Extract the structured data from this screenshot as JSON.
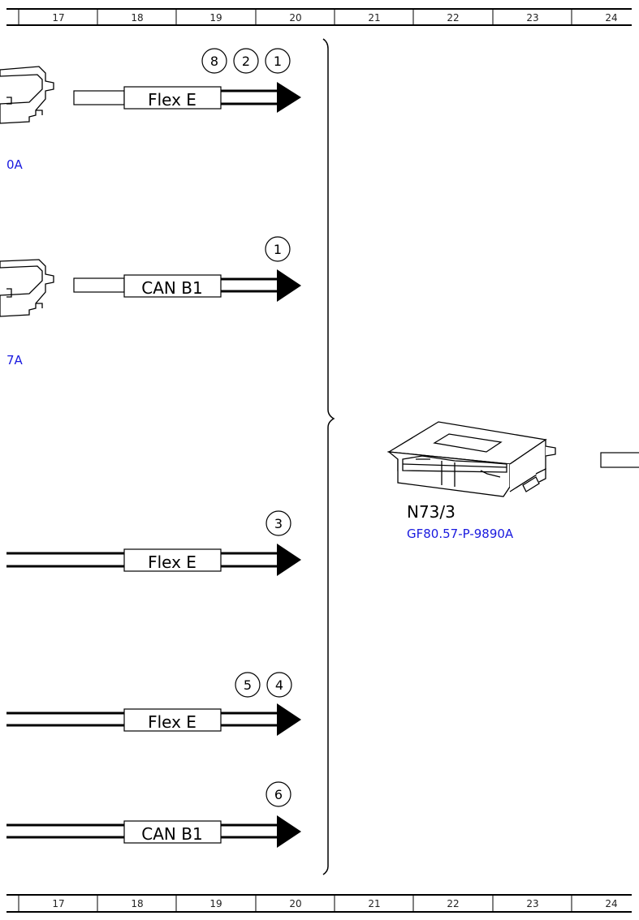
{
  "ruler": {
    "columns": [
      "17",
      "18",
      "19",
      "20",
      "21",
      "22",
      "23",
      "24"
    ]
  },
  "connections": [
    {
      "bus": "Flex E",
      "refs": [
        "8",
        "2",
        "1"
      ]
    },
    {
      "bus": "CAN B1",
      "refs": [
        "1"
      ]
    },
    {
      "bus": "Flex E",
      "refs": [
        "3"
      ]
    },
    {
      "bus": "Flex E",
      "refs": [
        "5",
        "4"
      ]
    },
    {
      "bus": "CAN B1",
      "refs": [
        "6"
      ]
    }
  ],
  "left_components": [
    {
      "doc_fragment": "0A"
    },
    {
      "doc_fragment": "7A"
    }
  ],
  "module": {
    "name": "N73/3",
    "doc_ref": "GF80.57-P-9890A"
  },
  "colors": {
    "line": "#000000",
    "link": "#1a1adf",
    "ruler": "#222222"
  }
}
